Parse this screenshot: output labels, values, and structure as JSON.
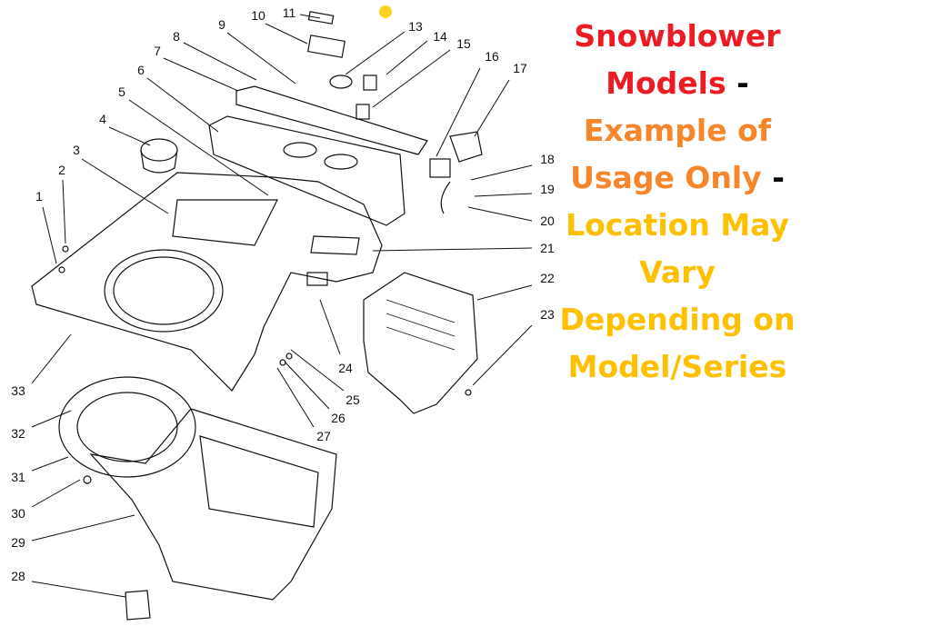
{
  "callouts": [
    "1",
    "2",
    "3",
    "4",
    "5",
    "6",
    "7",
    "8",
    "9",
    "10",
    "11",
    "13",
    "14",
    "15",
    "16",
    "17",
    "18",
    "19",
    "20",
    "21",
    "22",
    "23",
    "24",
    "25",
    "26",
    "27",
    "28",
    "29",
    "30",
    "31",
    "32",
    "33"
  ],
  "note": {
    "line1": "Snowblower",
    "line2": "Models",
    "line3": "Example of",
    "line4": "Usage Only",
    "line5": "Location May",
    "line6": "Vary",
    "line7": "Depending on",
    "line8": "Model/Series",
    "dash": "-"
  },
  "colors": {
    "red": "#ED1C24",
    "orange": "#F7862A",
    "yellow": "#FFC000",
    "line": "#111111"
  }
}
